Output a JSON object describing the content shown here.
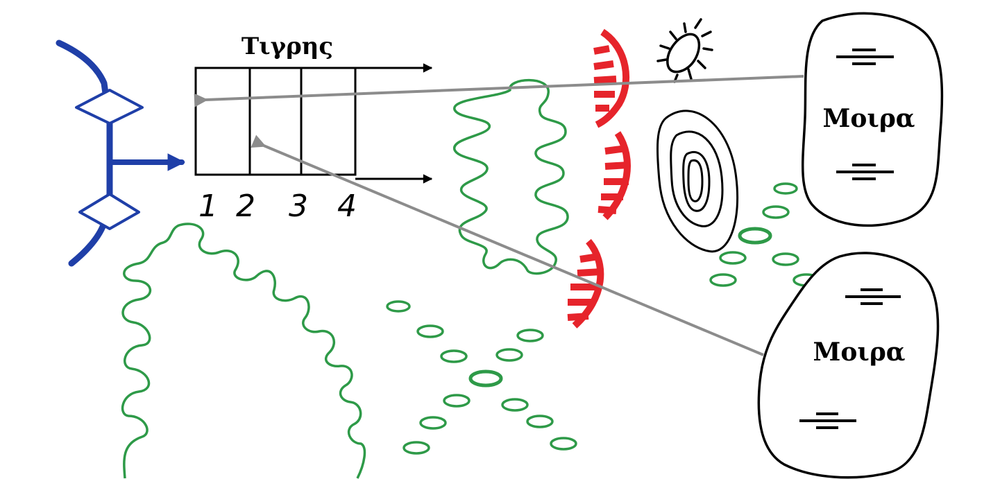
{
  "title": "Τιγρης",
  "column_numbers": [
    "1",
    "2",
    "3",
    "4"
  ],
  "panels": [
    {
      "label": "Μοιρα"
    },
    {
      "label": "Μοιρα"
    }
  ],
  "colors": {
    "ink": "#000000",
    "blue": "#1f3fa8",
    "green": "#2e9a48",
    "red": "#e6242b",
    "gray": "#8c8c8c"
  },
  "icons": {
    "left_structure": "blue-branch-icon",
    "bug": "bug-icon",
    "oval_rings": "concentric-oval-icon",
    "teeth": "red-comb-icon"
  }
}
